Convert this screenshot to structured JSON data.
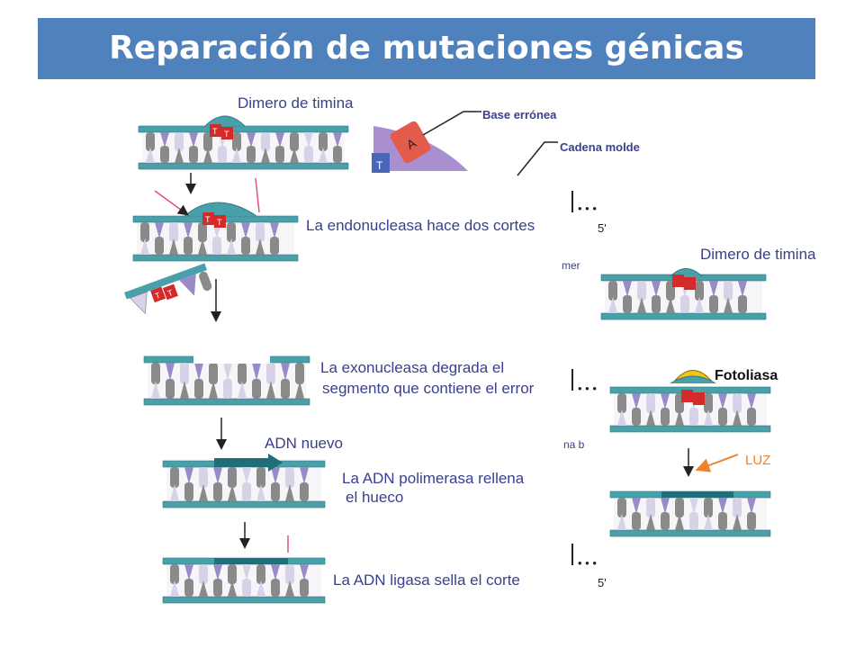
{
  "title": "Reparación de mutaciones génicas",
  "colors": {
    "title_bg": "#4f81bd",
    "strand": "#4aa0a8",
    "strand_dark": "#2f7a82",
    "new_dna": "#1f6e7a",
    "base_purple": "#9a8ac8",
    "base_gray": "#8a8a8a",
    "base_light": "#d8d2e8",
    "dimer_red": "#d42a2a",
    "label_text": "#3a3f8f",
    "luz": "#f0822a",
    "fotoliasa": "#f0c419",
    "background_purple": "#a98fd0"
  },
  "excision": {
    "dimer_label": "Dimero de timina",
    "base_erronea": "Base errónea",
    "cadena_molde": "Cadena molde",
    "base_letter": "A",
    "base_letter_t": "T",
    "step1": "La endonucleasa hace dos cortes",
    "step2_line1": "La exonucleasa degrada el",
    "step2_line2": "segmento que contiene el error",
    "adn_nuevo": "ADN nuevo",
    "step3_line1": "La ADN polimerasa rellena",
    "step3_line2": "el hueco",
    "step4": "La ADN ligasa sella el corte",
    "thymine": "T"
  },
  "photo": {
    "dimer_label": "Dimero de timina",
    "fotoliasa": "Fotoliasa",
    "luz": "LUZ"
  },
  "fragments": {
    "dots1": "• • •",
    "five1": "5'",
    "mer": "mer",
    "dots2": "• • •",
    "na": "na b",
    "dots3": "• • •",
    "five3": "5'"
  }
}
